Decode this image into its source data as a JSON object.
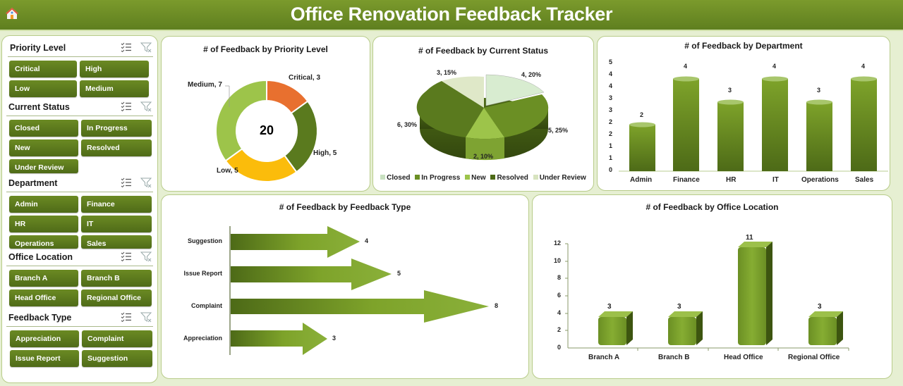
{
  "header": {
    "title": "Office Renovation Feedback Tracker",
    "home_icon": "home-icon"
  },
  "colors": {
    "header_bg": "#6b8a23",
    "button_bg": "#5a7a1e",
    "page_bg": "#e6efd2",
    "critical": "#e8702f",
    "high": "#5a7a1e",
    "low": "#fbbc0b",
    "medium": "#9dc44a"
  },
  "slicers": [
    {
      "title": "Priority Level",
      "icons": [
        "multi-select-icon",
        "clear-filter-icon"
      ],
      "items": [
        "Critical",
        "High",
        "Low",
        "Medium"
      ]
    },
    {
      "title": "Current Status",
      "icons": [
        "multi-select-icon",
        "clear-filter-icon"
      ],
      "items": [
        "Closed",
        "In Progress",
        "New",
        "Resolved",
        "Under Review"
      ]
    },
    {
      "title": "Department",
      "icons": [
        "multi-select-icon",
        "clear-filter-icon"
      ],
      "items": [
        "Admin",
        "Finance",
        "HR",
        "IT",
        "Operations",
        "Sales"
      ]
    },
    {
      "title": "Office Location",
      "icons": [
        "multi-select-icon",
        "clear-filter-icon"
      ],
      "items": [
        "Branch A",
        "Branch B",
        "Head Office",
        "Regional Office"
      ]
    },
    {
      "title": "Feedback Type",
      "icons": [
        "multi-select-icon",
        "clear-filter-icon"
      ],
      "items": [
        "Appreciation",
        "Complaint",
        "Issue Report",
        "Suggestion"
      ]
    }
  ],
  "chart_data": [
    {
      "type": "pie",
      "variant": "doughnut",
      "title": "# of  Feedback by Priority Level",
      "center_label": "20",
      "categories": [
        "Critical",
        "High",
        "Low",
        "Medium"
      ],
      "values": [
        3,
        5,
        5,
        7
      ],
      "data_labels": [
        "Critical, 3",
        "High, 5",
        "Low, 5",
        "Medium, 7"
      ],
      "colors": [
        "#e8702f",
        "#5a7a1e",
        "#fbbc0b",
        "#9dc44a"
      ],
      "legend": "none"
    },
    {
      "type": "pie",
      "variant": "3d-pie",
      "title": "# of  Feedback by Current Status",
      "categories": [
        "Closed",
        "In Progress",
        "New",
        "Resolved",
        "Under Review"
      ],
      "values": [
        4,
        5,
        2,
        6,
        3
      ],
      "percentages": [
        20,
        25,
        10,
        30,
        15
      ],
      "data_labels": [
        "4, 20%",
        "5, 25%",
        "2, 10%",
        "6, 30%",
        "3, 15%"
      ],
      "colors": [
        "#d8ecd0",
        "#6b8f24",
        "#9dc44a",
        "#5a7a1e",
        "#dfe8c8"
      ],
      "legend_position": "bottom"
    },
    {
      "type": "bar",
      "variant": "3d-cylinder",
      "title": "# of  Feedback by Department",
      "categories": [
        "Admin",
        "Finance",
        "HR",
        "IT",
        "Operations",
        "Sales"
      ],
      "values": [
        2,
        4,
        3,
        4,
        3,
        4
      ],
      "yticks": [
        "0",
        "1",
        "1",
        "2",
        "2",
        "3",
        "3",
        "4",
        "4",
        "5"
      ],
      "ylim": [
        0,
        5
      ],
      "xlabel": "",
      "ylabel": "",
      "grid": false
    },
    {
      "type": "bar",
      "orientation": "horizontal",
      "variant": "arrow",
      "title": "# of  Feedback by Feedback Type",
      "categories": [
        "Suggestion",
        "Issue Report",
        "Complaint",
        "Appreciation"
      ],
      "values": [
        4,
        5,
        8,
        3
      ],
      "xlabel": "",
      "ylabel": "",
      "grid": false
    },
    {
      "type": "bar",
      "variant": "3d-box",
      "title": "# of  Feedback by Office Location",
      "categories": [
        "Branch A",
        "Branch B",
        "Head Office",
        "Regional Office"
      ],
      "values": [
        3,
        3,
        11,
        3
      ],
      "yticks": [
        "0",
        "2",
        "4",
        "6",
        "8",
        "10",
        "12"
      ],
      "ylim": [
        0,
        12
      ],
      "xlabel": "",
      "ylabel": "",
      "grid": false
    }
  ]
}
